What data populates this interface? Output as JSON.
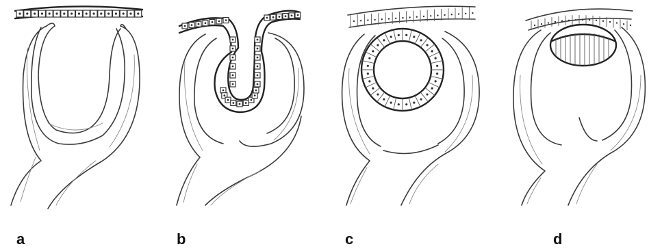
{
  "panels": [
    {
      "id": "a",
      "label": "a"
    },
    {
      "id": "b",
      "label": "b"
    },
    {
      "id": "c",
      "label": "c"
    },
    {
      "id": "d",
      "label": "d"
    }
  ],
  "colors": {
    "ink": "#3a3a3a",
    "background": "#ffffff"
  }
}
